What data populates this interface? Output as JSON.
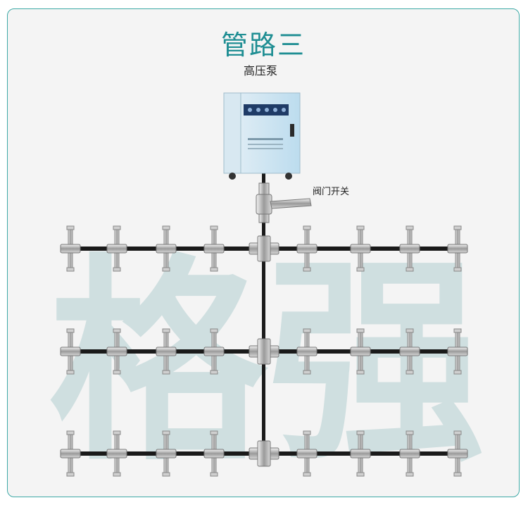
{
  "title": "管路三",
  "watermark": "格强",
  "labels": {
    "pump": "高压泵",
    "valve": "阀门开关"
  },
  "colors": {
    "border": "#3ea9a6",
    "title": "#1f8e93",
    "watermark": "#cfdfe0",
    "pipe": "#1a1a1a",
    "pump_body": "#c9e4f2"
  },
  "rows": 3,
  "nozzles_per_side": 4
}
